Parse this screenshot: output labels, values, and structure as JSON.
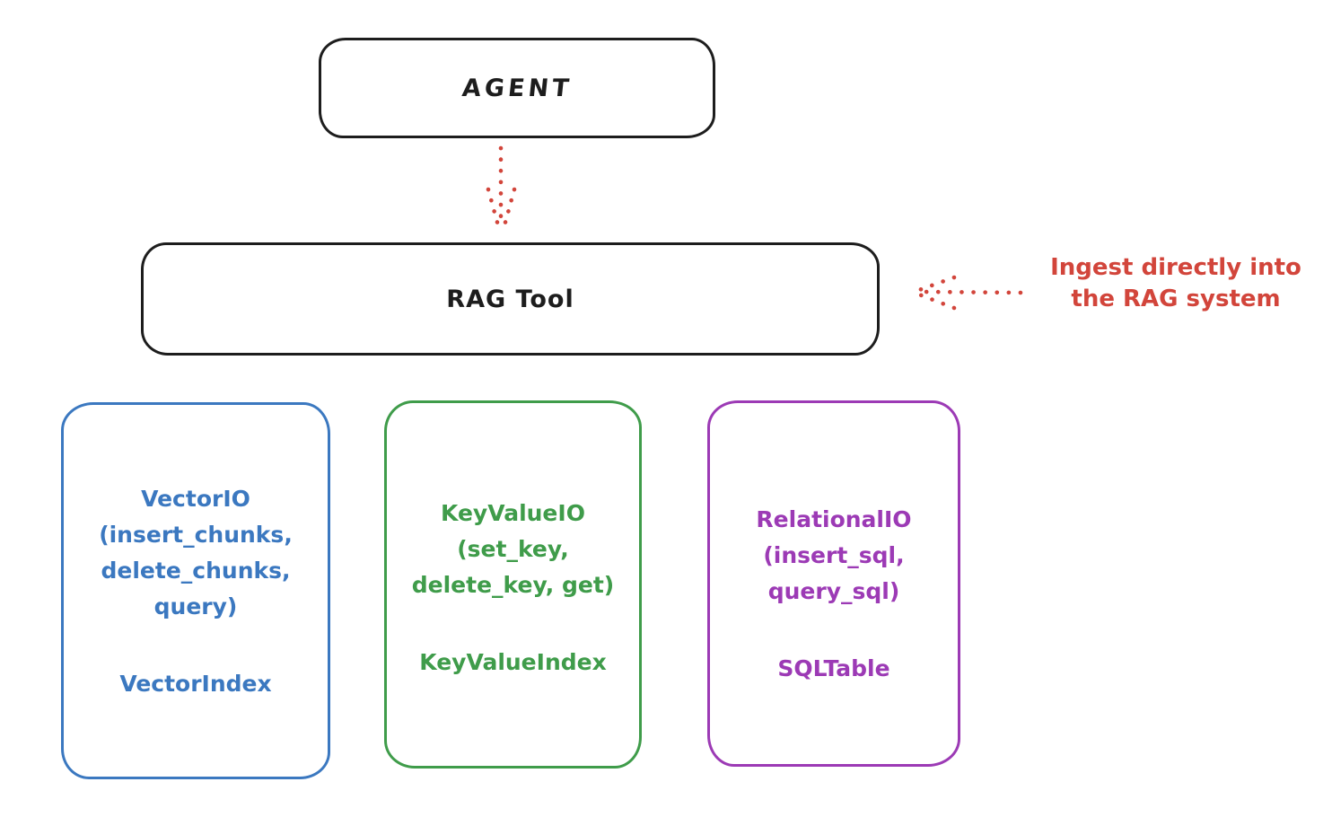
{
  "diagram": {
    "background_color": "#ffffff",
    "stroke_color": "#1d1d1d",
    "agent": {
      "label": "AGENT"
    },
    "rag_tool": {
      "label": "RAG Tool"
    },
    "agent_to_rag_arrow": {
      "style": "dotted",
      "direction": "down",
      "color": "#d2453b"
    },
    "annotation": {
      "text": "Ingest directly into\nthe RAG system",
      "color": "#d2453b",
      "arrow_style": "dotted",
      "arrow_direction": "left-toward-rag-tool"
    },
    "io_boxes": [
      {
        "name": "vector-io",
        "methods": "VectorIO\n(insert_chunks,\ndelete_chunks,\nquery)",
        "index_label": "VectorIndex",
        "color": "#3b78c0"
      },
      {
        "name": "keyvalue-io",
        "methods": "KeyValueIO\n(set_key,\ndelete_key, get)",
        "index_label": "KeyValueIndex",
        "color": "#3f9c4a"
      },
      {
        "name": "relational-io",
        "methods": "RelationalIO\n(insert_sql,\nquery_sql)",
        "index_label": "SQLTable",
        "color": "#9c3ab5"
      }
    ]
  }
}
